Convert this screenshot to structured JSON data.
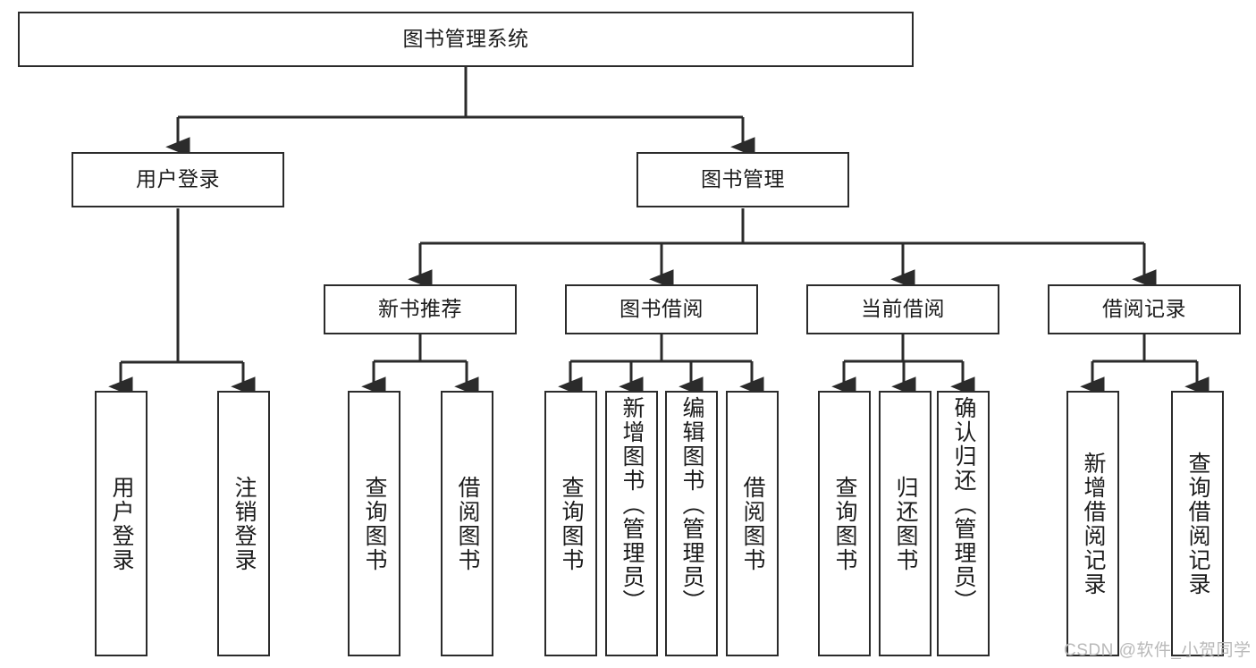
{
  "diagram": {
    "title": "图书管理系统",
    "watermark": "CSDN @软件_小贺同学",
    "colors": {
      "box_border": "#2b2b2b",
      "box_fill": "#ffffff",
      "connector": "#2b2b2b",
      "background": "#ffffff",
      "watermark": "#b9b9b9"
    },
    "root": {
      "label": "图书管理系统"
    },
    "level2": [
      {
        "label": "用户登录"
      },
      {
        "label": "图书管理"
      }
    ],
    "level3": [
      {
        "label": "新书推荐"
      },
      {
        "label": "图书借阅"
      },
      {
        "label": "当前借阅"
      },
      {
        "label": "借阅记录"
      }
    ],
    "leaves": {
      "user_login": [
        {
          "label": "用户登录"
        },
        {
          "label": "注销登录"
        }
      ],
      "new_book_recommend": [
        {
          "label": "查询图书"
        },
        {
          "label": "借阅图书"
        }
      ],
      "book_borrow": [
        {
          "label": "查询图书"
        },
        {
          "label": "新增图书（管理员）"
        },
        {
          "label": "编辑图书（管理员）"
        },
        {
          "label": "借阅图书"
        }
      ],
      "current_borrow": [
        {
          "label": "查询图书"
        },
        {
          "label": "归还图书"
        },
        {
          "label": "确认归还（管理员）"
        }
      ],
      "borrow_record": [
        {
          "label": "新增借阅记录"
        },
        {
          "label": "查询借阅记录"
        }
      ]
    }
  }
}
